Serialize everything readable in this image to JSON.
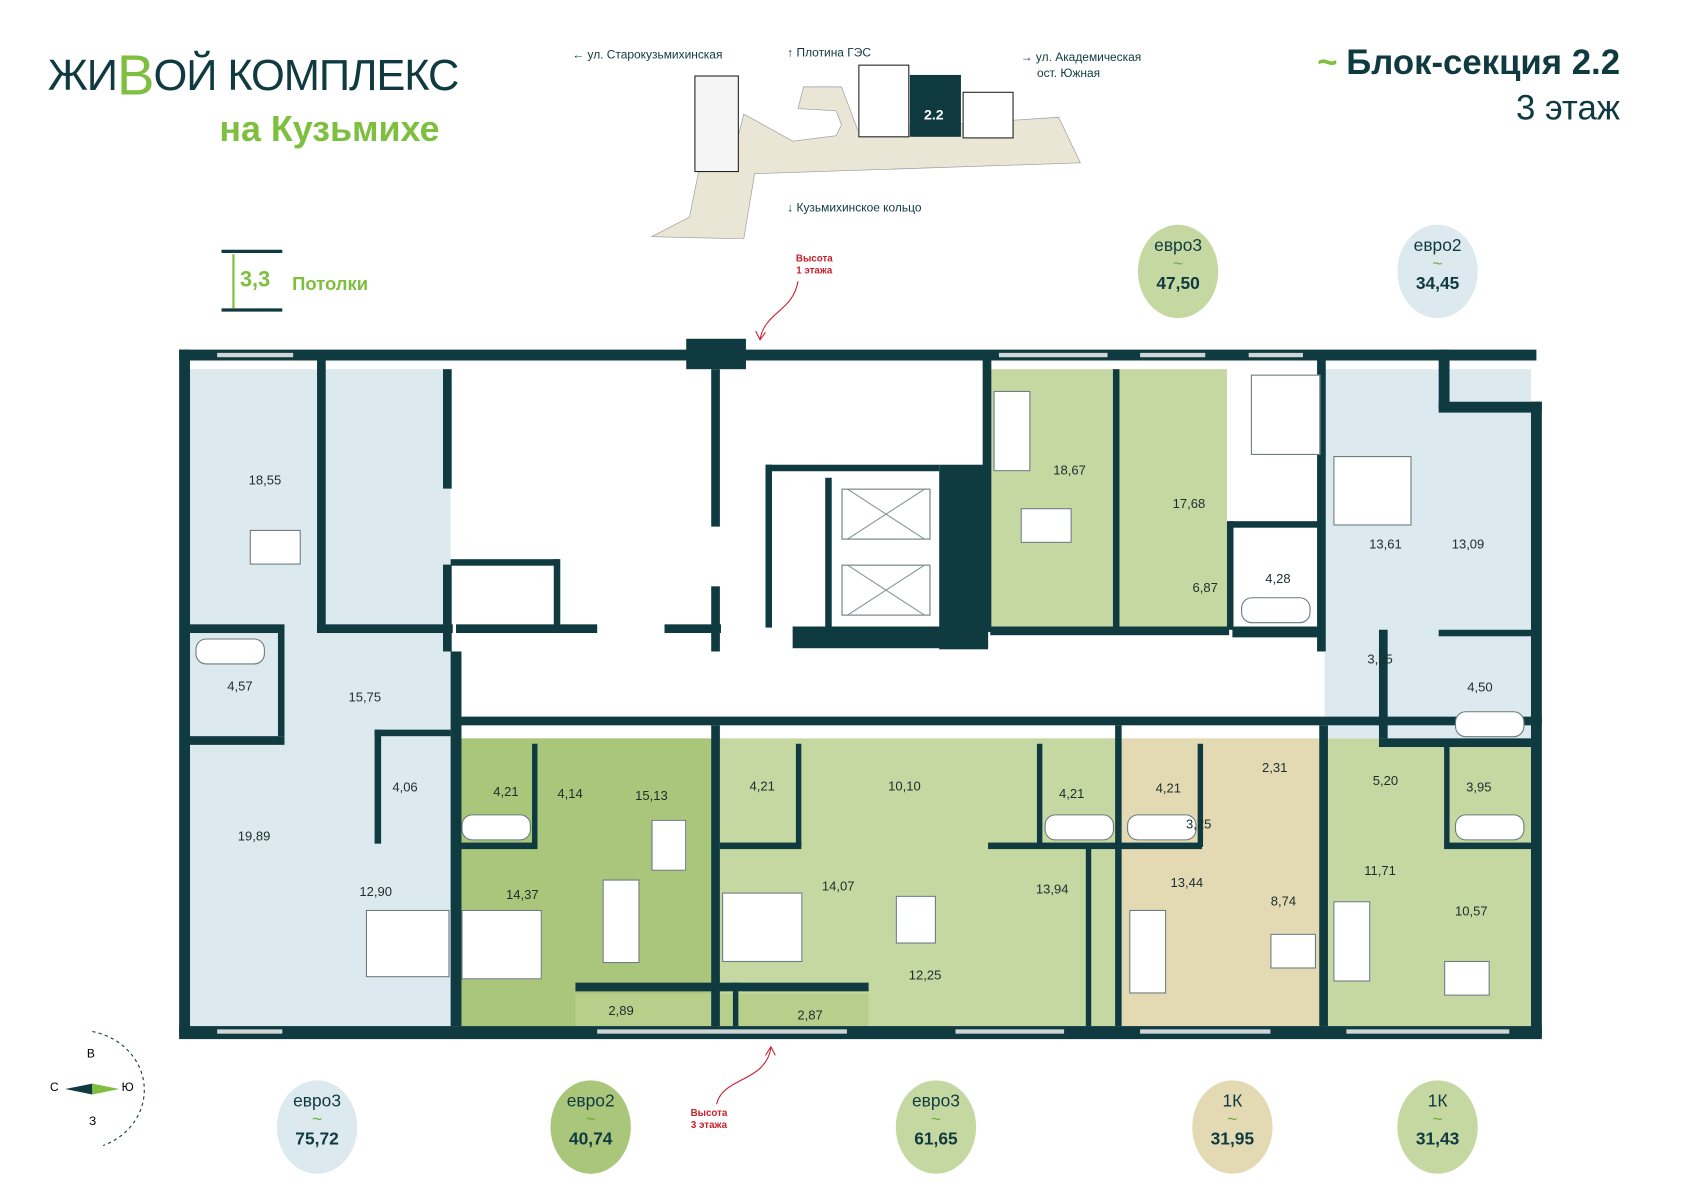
{
  "logo": {
    "line1_a": "ЖИ",
    "line1_b": "В",
    "line1_c": "ОЙ КОМПЛЕКС",
    "line2": "на Кузьмихе"
  },
  "header": {
    "section": "Блок-секция 2.2",
    "floor": "3 этаж",
    "tilde": "~"
  },
  "site_map": {
    "street_left": "← ул. Старокузьмихинская",
    "street_top": "↑ Плотина ГЭС",
    "street_right_1": "→ ул. Академическая",
    "street_right_2": "ост. Южная",
    "street_bottom": "↓ Кузьмихинское кольцо",
    "selected_block": "2.2"
  },
  "ceiling": {
    "height": "3,3",
    "label": "Потолки"
  },
  "notes": {
    "height_1_a": "Высота",
    "height_1_b": "1 этажа",
    "height_3_a": "Высота",
    "height_3_b": "3 этажа"
  },
  "compass": {
    "east": "В",
    "north": "С",
    "south": "Ю",
    "west": "З"
  },
  "colors": {
    "wall": "#0f3a40",
    "green": "#c6d8a2",
    "green_dark": "#a9c67a",
    "blue": "#dce9ee",
    "beige": "#e3dab4",
    "accent": "#7fbf3f"
  },
  "apartments": [
    {
      "type": "евро3",
      "area": "47,50",
      "rooms": [
        "18,67",
        "17,68",
        "6,87",
        "4,28"
      ]
    },
    {
      "type": "евро2",
      "area": "34,45",
      "rooms": [
        "13,61",
        "13,09",
        "3,25",
        "4,50"
      ]
    },
    {
      "type": "евро3",
      "area": "75,72",
      "rooms": [
        "18,55",
        "4,57",
        "15,75",
        "19,89",
        "4,06",
        "12,90"
      ]
    },
    {
      "type": "евро2",
      "area": "40,74",
      "rooms": [
        "4,21",
        "4,14",
        "15,13",
        "14,37",
        "2,89"
      ]
    },
    {
      "type": "евро3",
      "area": "61,65",
      "rooms": [
        "4,21",
        "10,10",
        "4,21",
        "14,07",
        "13,94",
        "12,25",
        "2,87"
      ]
    },
    {
      "type": "1К",
      "area": "31,95",
      "rooms": [
        "4,21",
        "2,31",
        "3,25",
        "13,44",
        "8,74"
      ]
    },
    {
      "type": "1К",
      "area": "31,43",
      "rooms": [
        "5,20",
        "3,95",
        "11,71",
        "10,57"
      ]
    }
  ]
}
